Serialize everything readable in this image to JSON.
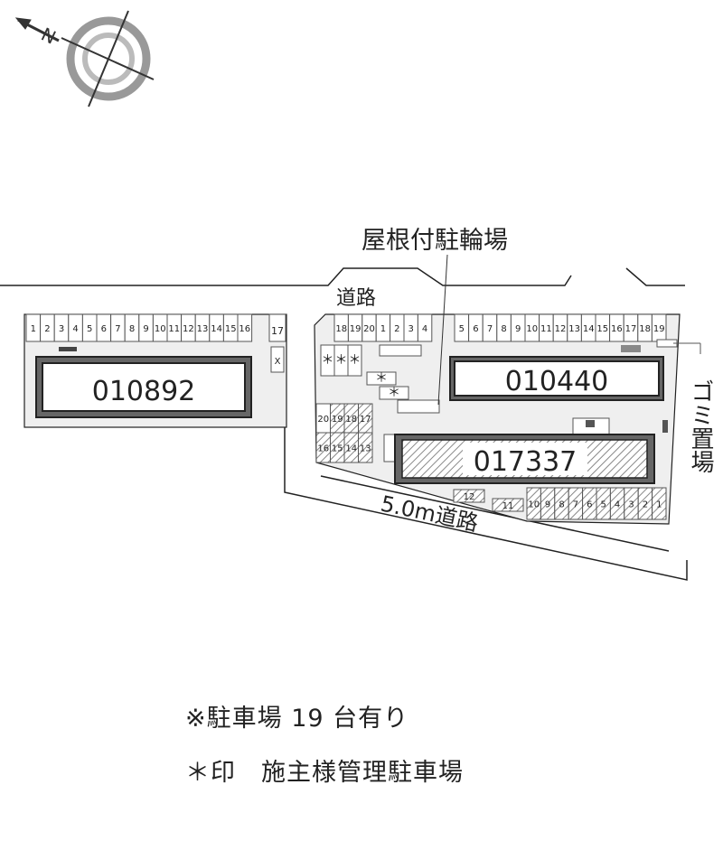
{
  "labels": {
    "covered_bicycle_parking": "屋根付駐輪場",
    "road_top": "道路",
    "road_front": "5.0m道路",
    "garbage_area": "ゴミ置場"
  },
  "buildings": {
    "left": "010892",
    "right_top": "010440",
    "right_bottom": "017337"
  },
  "parking": {
    "left_row": [
      "1",
      "2",
      "3",
      "4",
      "5",
      "6",
      "7",
      "8",
      "9",
      "10",
      "11",
      "12",
      "13",
      "14",
      "15",
      "16"
    ],
    "left_extra": "17",
    "right_row_a": [
      "18",
      "19",
      "20",
      "1",
      "2",
      "3",
      "4"
    ],
    "right_row_b": [
      "5",
      "6",
      "7",
      "8",
      "9",
      "10",
      "11",
      "12",
      "13",
      "14",
      "15",
      "16",
      "17",
      "18",
      "19"
    ],
    "managed_marks": [
      "＊",
      "＊",
      "＊",
      "＊",
      "＊"
    ],
    "block_top": [
      "20",
      "19",
      "18",
      "17"
    ],
    "block_bottom": [
      "16",
      "15",
      "14",
      "13"
    ],
    "front_row": [
      "10",
      "9",
      "8",
      "7",
      "6",
      "5",
      "4",
      "3",
      "2",
      "1"
    ],
    "angled": [
      "12",
      "11"
    ]
  },
  "notes": {
    "line1": "※駐車場 19 台有り",
    "line2": "＊印　施主様管理駐車場"
  },
  "colors": {
    "line": "#222222",
    "lot": "#efefef",
    "building_border": "#555555"
  }
}
